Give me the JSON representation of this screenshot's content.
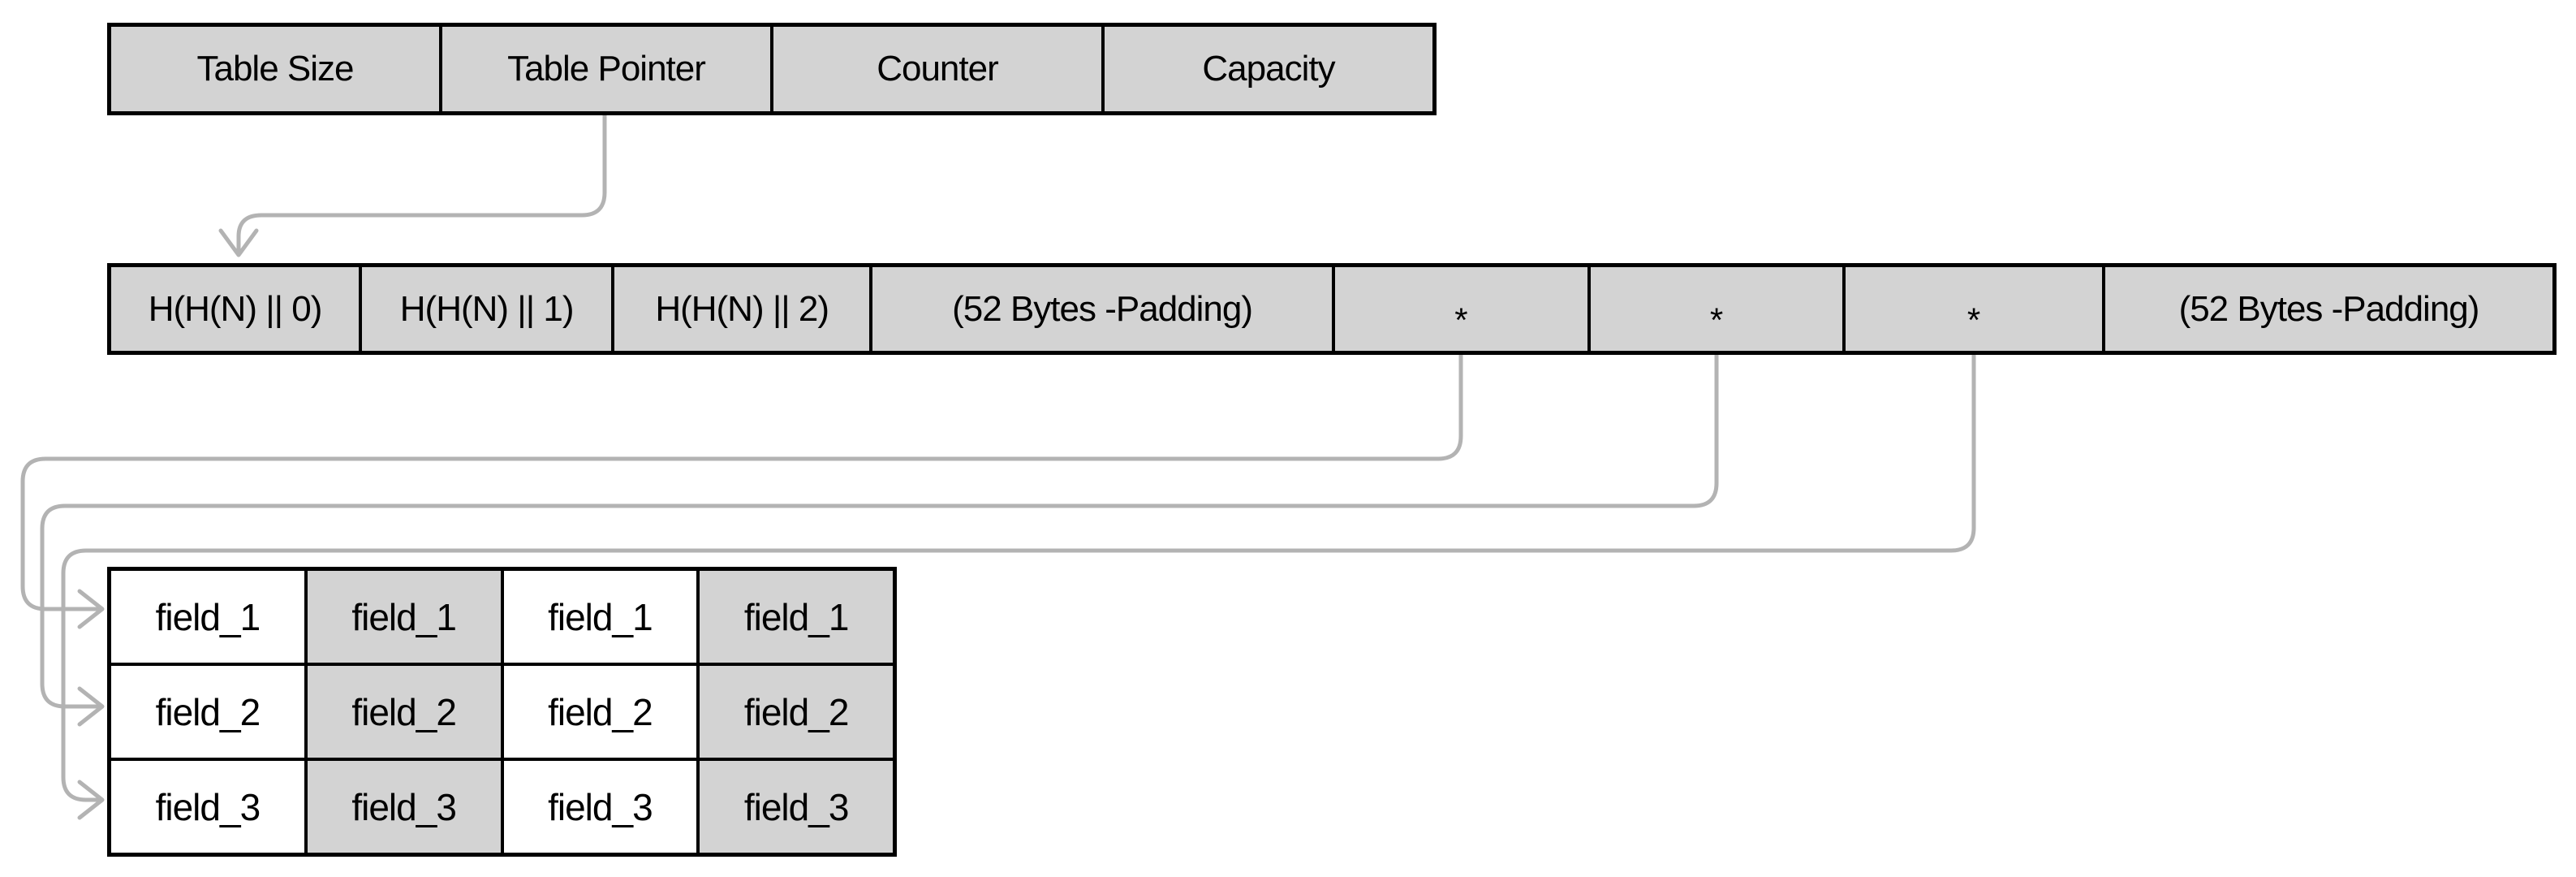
{
  "diagram": {
    "registers_row": {
      "cells": [
        "Table Size",
        "Table Pointer",
        "Counter",
        "Capacity"
      ]
    },
    "hash_row": {
      "cells": [
        "H(H(N) || 0)",
        "H(H(N) || 1)",
        "H(H(N) || 2)",
        "(52 Bytes -Padding)",
        "*",
        "*",
        "*",
        "(52 Bytes -Padding)"
      ]
    },
    "fields_table": {
      "rows": [
        {
          "cells": [
            "field_1",
            "field_1",
            "field_1",
            "field_1"
          ]
        },
        {
          "cells": [
            "field_2",
            "field_2",
            "field_2",
            "field_2"
          ]
        },
        {
          "cells": [
            "field_3",
            "field_3",
            "field_3",
            "field_3"
          ]
        }
      ]
    },
    "colors": {
      "cell_fill_gray": "#d3d3d3",
      "cell_fill_white": "#ffffff",
      "border": "#000000",
      "connector": "#b3b3b3",
      "text": "#000000",
      "background": "#ffffff"
    }
  }
}
